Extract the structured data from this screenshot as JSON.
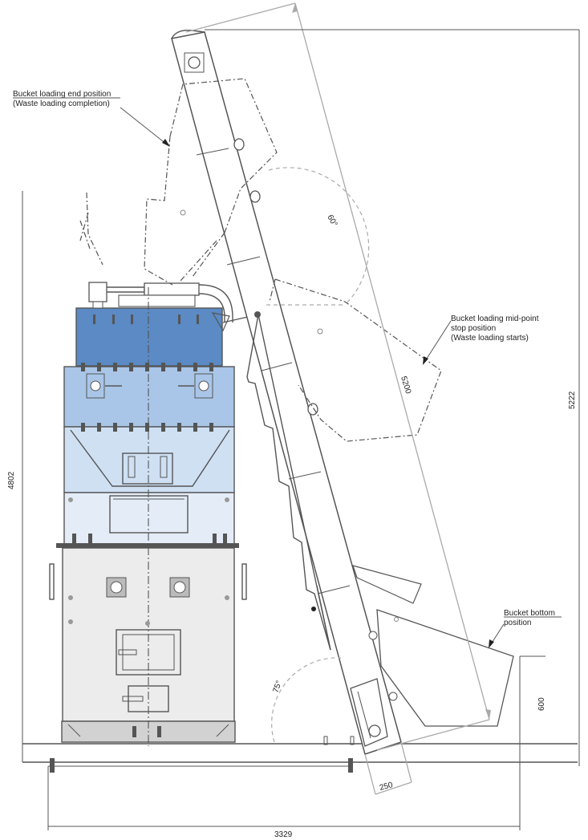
{
  "annotations": {
    "end_position_1": "Bucket loading end position",
    "end_position_2": "(Waste loading completion)",
    "mid_position_1": "Bucket loading  mid-point",
    "mid_position_2": "stop position",
    "mid_position_3": "(Waste loading starts)",
    "bottom_position_1": "Bucket bottom",
    "bottom_position_2": "position"
  },
  "dimensions": {
    "total_height": "4802",
    "conveyor_height": "5222",
    "conveyor_length": "5200",
    "total_width": "3329",
    "bucket_height": "600",
    "conveyor_width": "250",
    "angle_top": "60°",
    "angle_bottom": "75°"
  },
  "colors": {
    "line": "#555555",
    "blue_dark": "#5b8ac4",
    "blue_mid": "#a9c6e8",
    "blue_light": "#cfe0f3",
    "blue_pale": "#e4edf7",
    "gray_panel": "#ececec",
    "gray_base": "#d2d2d2"
  }
}
